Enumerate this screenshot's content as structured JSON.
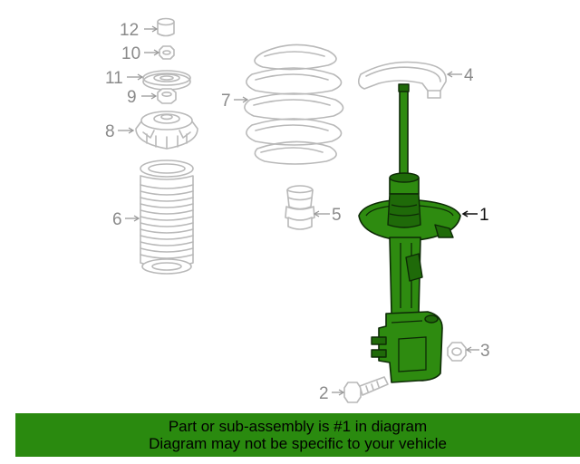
{
  "callouts": {
    "c1": "1",
    "c2": "2",
    "c3": "3",
    "c4": "4",
    "c5": "5",
    "c6": "6",
    "c7": "7",
    "c8": "8",
    "c9": "9",
    "c10": "10",
    "c11": "11",
    "c12": "12"
  },
  "banner": {
    "line1": "Part or sub-assembly is #1 in diagram",
    "line2": "Diagram may not be specific to your vehicle"
  },
  "colors": {
    "highlight_part": "#2e8b10",
    "banner_background": "#2a8a0f",
    "ghost_parts": "#b9b9b9"
  }
}
